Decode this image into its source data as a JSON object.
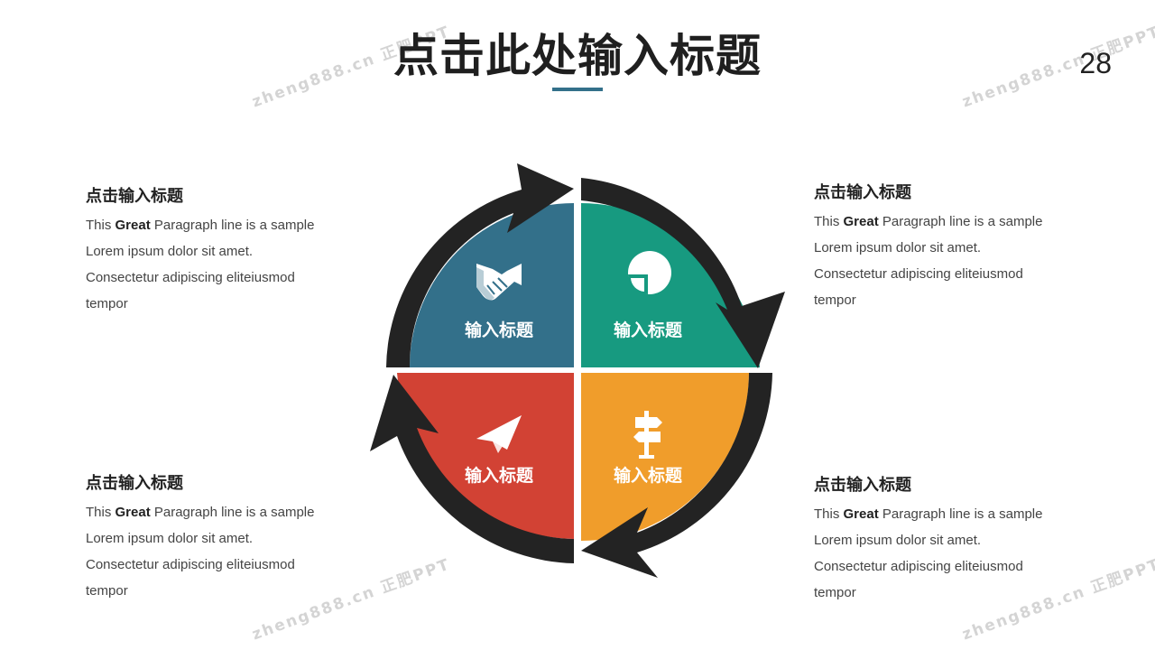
{
  "title": "点击此处输入标题",
  "page_number": "28",
  "watermark": "zheng888.cn 正肥PPT",
  "colors": {
    "accent_bar": "#33708a",
    "q1": "#33708a",
    "q2": "#179a80",
    "q3": "#f09d2b",
    "q4": "#d24234",
    "arrow": "#232323"
  },
  "quadrants": [
    {
      "label": "输入标题",
      "icon": "handshake-icon"
    },
    {
      "label": "输入标题",
      "icon": "pie-chart-icon"
    },
    {
      "label": "输入标题",
      "icon": "signpost-icon"
    },
    {
      "label": "输入标题",
      "icon": "paper-plane-icon"
    }
  ],
  "blocks": [
    {
      "heading": "点击输入标题",
      "pre": "This ",
      "bold": "Great",
      "post": " Paragraph line is a sample",
      "line2": "Lorem ipsum dolor sit amet.",
      "line3": "Consectetur  adipiscing eliteiusmod",
      "line4": "tempor"
    },
    {
      "heading": "点击输入标题",
      "pre": "This ",
      "bold": "Great",
      "post": " Paragraph line is a sample",
      "line2": "Lorem ipsum dolor sit amet.",
      "line3": "Consectetur  adipiscing eliteiusmod",
      "line4": "tempor"
    },
    {
      "heading": "点击输入标题",
      "pre": "This ",
      "bold": "Great",
      "post": " Paragraph line is a sample",
      "line2": "Lorem ipsum dolor sit amet.",
      "line3": "Consectetur  adipiscing eliteiusmod",
      "line4": "tempor"
    },
    {
      "heading": "点击输入标题",
      "pre": "This ",
      "bold": "Great",
      "post": " Paragraph line is a sample",
      "line2": "Lorem ipsum dolor sit amet.",
      "line3": "Consectetur  adipiscing eliteiusmod",
      "line4": "tempor"
    }
  ]
}
